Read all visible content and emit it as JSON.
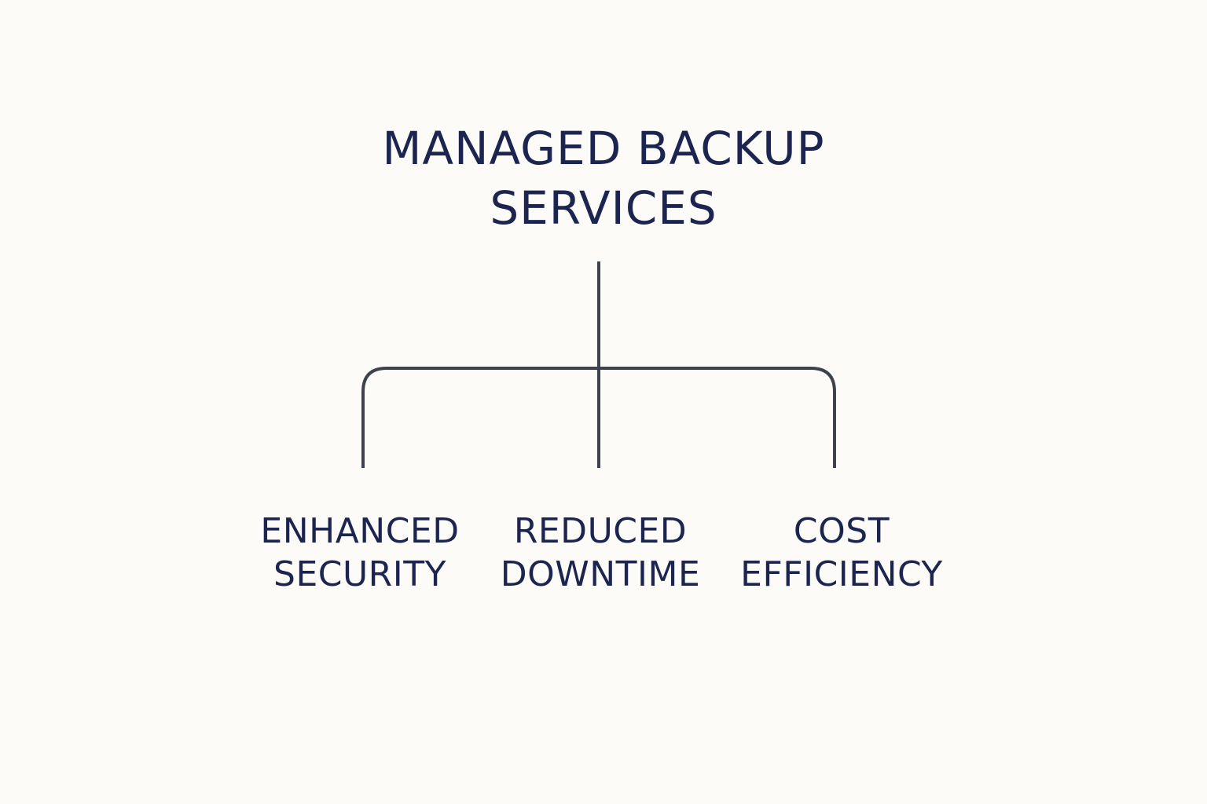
{
  "diagram": {
    "title_lines": [
      "MANAGED BACKUP",
      "SERVICES"
    ],
    "branches": [
      {
        "lines": [
          "ENHANCED",
          "SECURITY"
        ]
      },
      {
        "lines": [
          "REDUCED",
          "DOWNTIME"
        ]
      },
      {
        "lines": [
          "COST",
          "EFFICIENCY"
        ]
      }
    ]
  },
  "colors": {
    "background": "#fcfbf7",
    "text": "#1c2550",
    "connector": "#3d424d"
  }
}
